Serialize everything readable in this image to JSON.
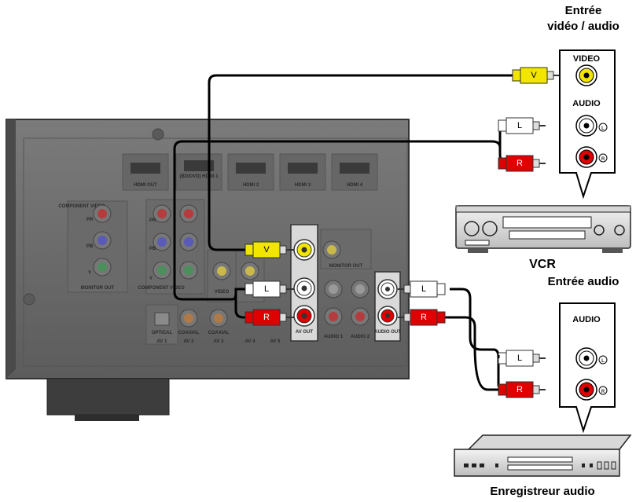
{
  "labels": {
    "vcr_input_line1": "Entrée",
    "vcr_input_line2": "vidéo / audio",
    "vcr": "VCR",
    "recorder_input": "Entrée audio",
    "recorder": "Enregistreur audio"
  },
  "vcr_panel": {
    "video": "VIDEO",
    "audio": "AUDIO",
    "left_marker": "L",
    "right_marker": "R"
  },
  "recorder_panel": {
    "audio": "AUDIO",
    "left_marker": "L",
    "right_marker": "R"
  },
  "plugs": {
    "video": "V",
    "left": "L",
    "right": "R"
  },
  "receiver": {
    "hdmi_out": "HDMI OUT",
    "hdmi_1": "(BD/DVD) HDMI 1",
    "hdmi_2": "HDMI 2",
    "hdmi_3": "HDMI 3",
    "hdmi_4": "HDMI 4",
    "component_video": "COMPONENT VIDEO",
    "pb": "PB",
    "pr": "PR",
    "y": "Y",
    "monitor_out": "MONITOR OUT",
    "component_video_2": "COMPONENT VIDEO",
    "video": "VIDEO",
    "optical": "OPTICAL",
    "coaxial": "COAXIAL",
    "av_1": "AV 1",
    "av_2": "AV 2",
    "av_3": "AV 3",
    "av_4": "AV 4",
    "av_5": "AV 5",
    "av_out": "AV OUT",
    "monitor_out_2": "MONITOR OUT",
    "audio_1": "AUDIO 1",
    "audio_2": "AUDIO 2",
    "audio_out": "AUDIO OUT"
  },
  "colors": {
    "video": "#f2e600",
    "right": "#e00000",
    "left": "#ffffff",
    "receiver_panel": "#6f6f6f"
  }
}
